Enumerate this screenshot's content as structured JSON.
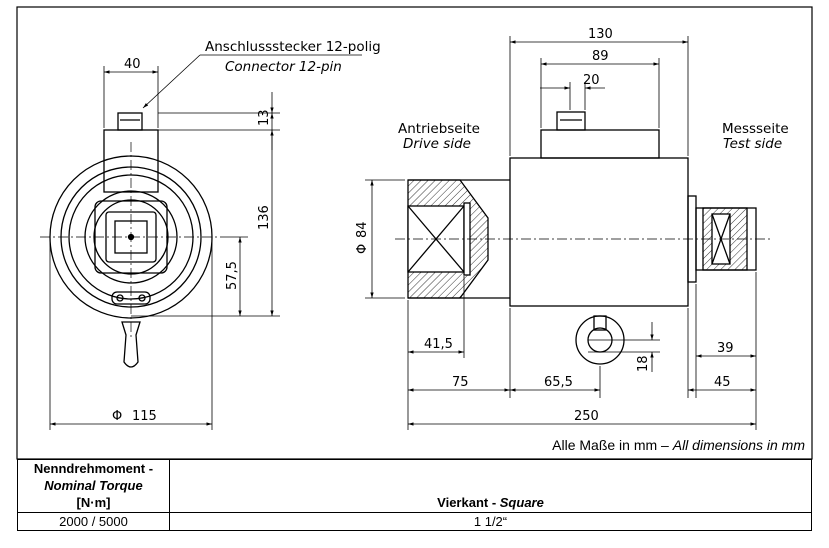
{
  "drawing": {
    "connector_label_de": "Anschlussstecker 12-polig",
    "connector_label_en": "Connector 12-pin",
    "drive_side_de": "Antriebseite",
    "drive_side_en": "Drive side",
    "test_side_de": "Messseite",
    "test_side_en": "Test side",
    "dims": {
      "d40": "40",
      "d13": "13",
      "d136": "136",
      "d57_5": "57,5",
      "d115": "115",
      "diam_symbol": "Φ",
      "d130": "130",
      "d89": "89",
      "d20": "20",
      "d84": "84",
      "d41_5": "41,5",
      "d75": "75",
      "d65_5": "65,5",
      "d18": "18",
      "d39": "39",
      "d45": "45",
      "d250": "250"
    },
    "note_de": "Alle Maße in mm – ",
    "note_en": "All dimensions in mm"
  },
  "table": {
    "header_left_de": "Nenndrehmoment -",
    "header_left_en": "Nominal Torque",
    "header_left_unit": "[N·m]",
    "header_right_de": "Vierkant - ",
    "header_right_en": "Square",
    "value_left": "2000 / 5000",
    "value_right": "1 1/2“"
  }
}
